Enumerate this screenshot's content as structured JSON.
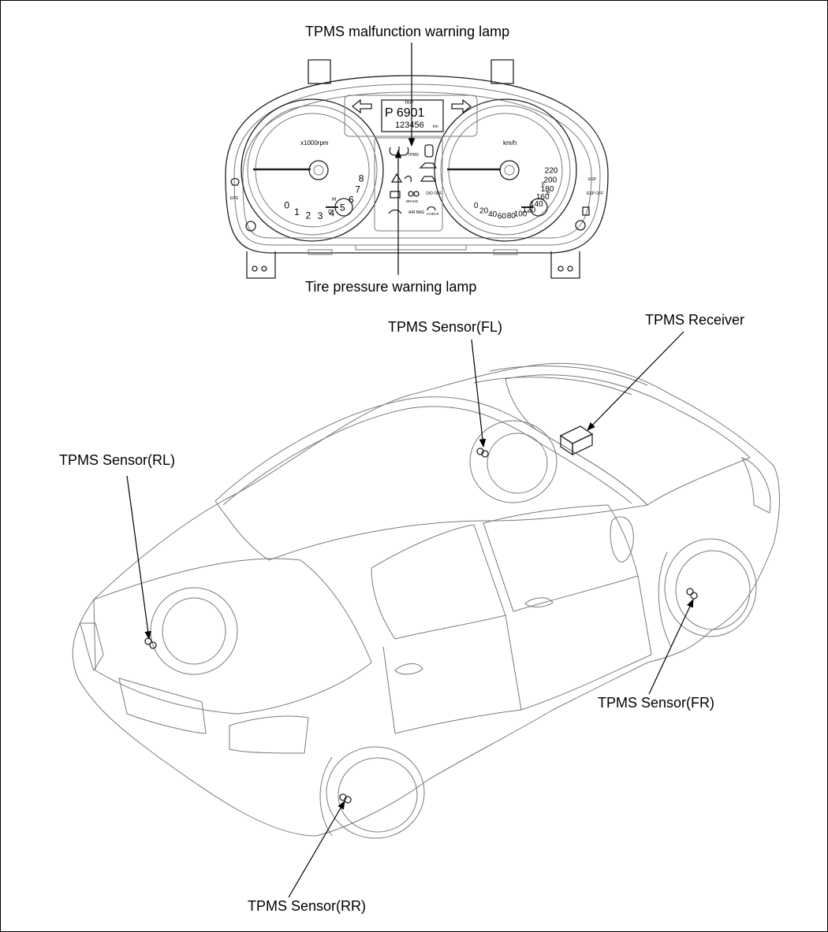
{
  "labels": {
    "tpms_malfunction_lamp": "TPMS malfunction warning lamp",
    "tire_pressure_lamp": "Tire pressure warning lamp",
    "sensor_fl": "TPMS Sensor(FL)",
    "receiver": "TPMS Receiver",
    "sensor_rl": "TPMS Sensor(RL)",
    "sensor_fr": "TPMS Sensor(FR)",
    "sensor_rr": "TPMS Sensor(RR)"
  },
  "cluster": {
    "tach_numbers": [
      "0",
      "1",
      "2",
      "3",
      "4",
      "5",
      "6",
      "7",
      "8"
    ],
    "tach_unit": "x1000rpm",
    "speed_numbers": [
      "0",
      "20",
      "40",
      "60",
      "80",
      "100",
      "120",
      "140",
      "160",
      "180",
      "200",
      "220"
    ],
    "speed_unit": "km/h",
    "odometer_top": "P 6901",
    "odometer_bottom": "123456",
    "odometer_km": "km",
    "trip": "TRIP",
    "tpms_text": "TPMS",
    "eps": "EPS",
    "esp": "ESP",
    "esp_off": "ESP OFF",
    "od_off": "O/D OFF",
    "air_bag": "AIR BAG",
    "check": "CHECK",
    "brake": "BRAKE",
    "fuel_full": "F",
    "fuel_empty": "E",
    "temp_hot": "H",
    "temp_cold": "C"
  }
}
